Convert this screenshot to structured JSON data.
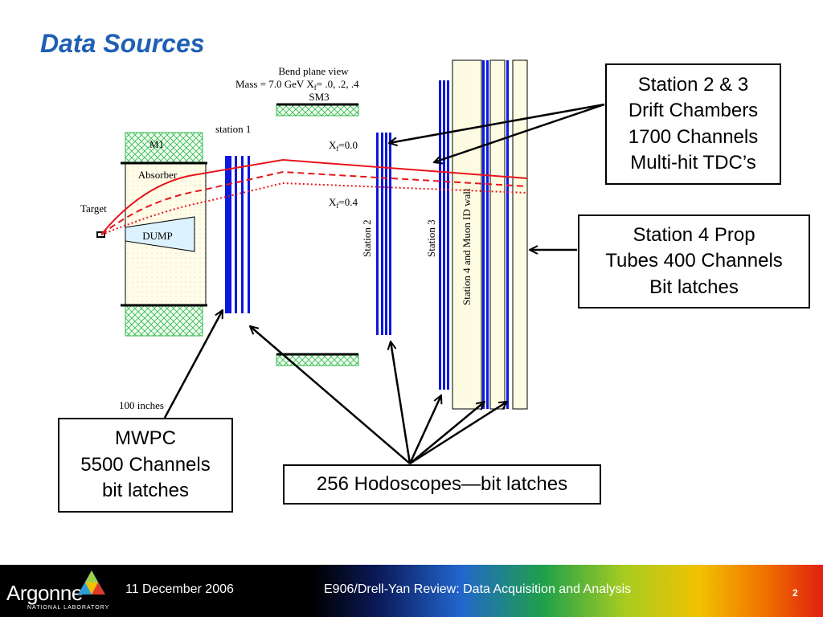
{
  "slide": {
    "title": "Data Sources"
  },
  "diagram": {
    "caption_line1": "Bend plane view",
    "caption_line2": "Mass = 7.0 GeV  X",
    "caption_sub": "f",
    "caption_tail": "= .0, .2, .4",
    "sm3": "SM3",
    "station1": "station 1",
    "m1": "M1",
    "absorber": "Absorber",
    "target": "Target",
    "dump": "DUMP",
    "xf_top": "X",
    "xf_top_sub": "f",
    "xf_top_val": "=0.0",
    "xf_bot": "X",
    "xf_bot_sub": "f",
    "xf_bot_val": "=0.4",
    "station2": "Station 2",
    "station3": "Station 3",
    "station4": "Station 4 and Muon ID wall",
    "scale": "100 inches"
  },
  "callouts": {
    "st23": [
      "Station 2 & 3",
      "Drift Chambers",
      "1700 Channels",
      "Multi-hit TDC’s"
    ],
    "st4": [
      "Station 4 Prop",
      "Tubes 400 Channels",
      "Bit latches"
    ],
    "mwpc": [
      "MWPC",
      "5500 Channels",
      "bit latches"
    ],
    "hodo": [
      "256 Hodoscopes—bit latches"
    ]
  },
  "footer": {
    "logo": "Argonne",
    "logo_sub": "NATIONAL LABORATORY",
    "date": "11 December 2006",
    "event": "E906/Drell-Yan Review:  Data Acquisition and Analysis",
    "page": "2"
  },
  "colors": {
    "title": "#1f5fb4",
    "chamber_blue": "#0a18e0",
    "track_red": "#e8151b",
    "wall_fill": "#fdfbe2",
    "hatch_green": "#2fb84a"
  }
}
